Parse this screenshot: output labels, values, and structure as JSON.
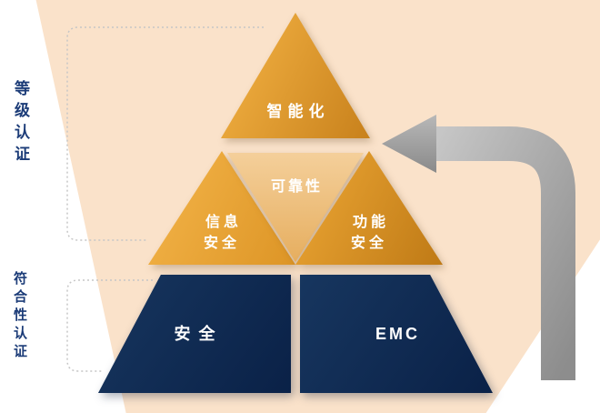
{
  "diagram": {
    "pyramid": {
      "top": {
        "label": "智能化"
      },
      "middle_left": {
        "label": "信息\n安全"
      },
      "middle_center": {
        "label": "可靠性"
      },
      "middle_right": {
        "label": "功能\n安全"
      },
      "bottom_left": {
        "label": "安全"
      },
      "bottom_right": {
        "label": "EMC"
      }
    },
    "side_labels": {
      "upper": "等级认证",
      "lower": "符合性认证"
    },
    "colors": {
      "background_band": "#fae2ca",
      "orange_top": "#e0962a",
      "orange_middle_left": "#eca93a",
      "orange_middle_right": "#d38a1f",
      "tan_center": "#eec084",
      "navy_bottom": "#0d2a52",
      "side_label_blue": "#1c3c78",
      "arrow_gray": "#9e9e9e",
      "dotted_line_gray": "#c6c6c6",
      "shape_text": "#ffffff"
    },
    "icons": {
      "arrow": "curved-arrow-left-icon"
    }
  }
}
